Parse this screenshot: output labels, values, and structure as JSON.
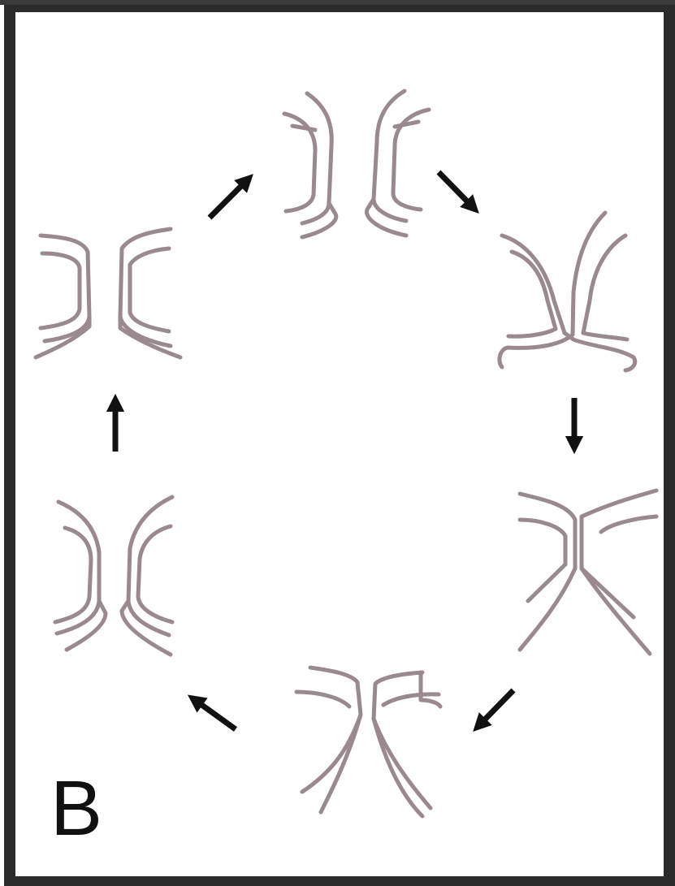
{
  "panel": {
    "label": "B"
  },
  "colors": {
    "background": "#ffffff",
    "frame": "#2b2b2b",
    "vessel_outline": "#9a8a90",
    "vessel_core": "#f0d0d8",
    "arrow": "#111111"
  },
  "stages": [
    {
      "id": 1,
      "icon": "vessel-pair-separated-icon"
    },
    {
      "id": 2,
      "icon": "vessel-pair-converging-icon"
    },
    {
      "id": 3,
      "icon": "vessel-pair-fused-icon"
    },
    {
      "id": 4,
      "icon": "vessel-branching-y-icon"
    },
    {
      "id": 5,
      "icon": "vessel-pair-splitting-icon"
    },
    {
      "id": 6,
      "icon": "vessel-pair-separated-icon"
    }
  ],
  "arrows": [
    {
      "from": 1,
      "to": 2
    },
    {
      "from": 2,
      "to": 3
    },
    {
      "from": 3,
      "to": 4
    },
    {
      "from": 4,
      "to": 5
    },
    {
      "from": 5,
      "to": 6
    },
    {
      "from": 6,
      "to": 1
    }
  ]
}
